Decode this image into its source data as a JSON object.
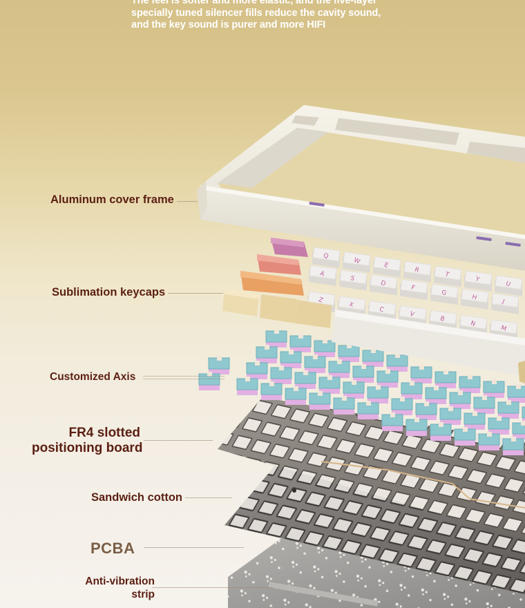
{
  "header": {
    "lines": [
      "The feel is softer and more elastic, and the five-layer",
      "specially tuned silencer fills reduce the cavity sound,",
      "and the key sound is purer and more HIFI"
    ]
  },
  "layers": [
    {
      "id": "frame",
      "label": "Aluminum cover frame"
    },
    {
      "id": "keycaps",
      "label": "Sublimation keycaps"
    },
    {
      "id": "switches",
      "label": "Customized Axis"
    },
    {
      "id": "plate",
      "label_line1": "FR4 slotted",
      "label_line2": "positioning board"
    },
    {
      "id": "cotton",
      "label": "Sandwich cotton"
    },
    {
      "id": "pcba",
      "label": "PCBA"
    },
    {
      "id": "strip",
      "label_line1": "Anti-vibration",
      "label_line2": "strip"
    }
  ],
  "keycap_legends": [
    "Q",
    "W",
    "E",
    "R",
    "T",
    "Y",
    "U",
    "A",
    "S",
    "D",
    "F",
    "G",
    "H",
    "J",
    "Z",
    "X",
    "C",
    "V",
    "B",
    "N",
    "M"
  ],
  "colors": {
    "bg_top": "#d5c087",
    "bg_bottom": "#f6f2ed",
    "label_text": "#5a1f12",
    "pcba_text": "#7a5e45",
    "frame": "#efece2",
    "keycap_white": "#f1efee",
    "keycap_pink": "#c77aa5",
    "keycap_salmon": "#e98f80",
    "keycap_orange": "#ecaa6a",
    "keycap_cream": "#ead7a8",
    "switch_top": "#8fc8cf",
    "switch_bottom": "#e2b0e2",
    "plate": "#8b8580",
    "pcba": "#9a9894",
    "legend": "#c0609a"
  }
}
